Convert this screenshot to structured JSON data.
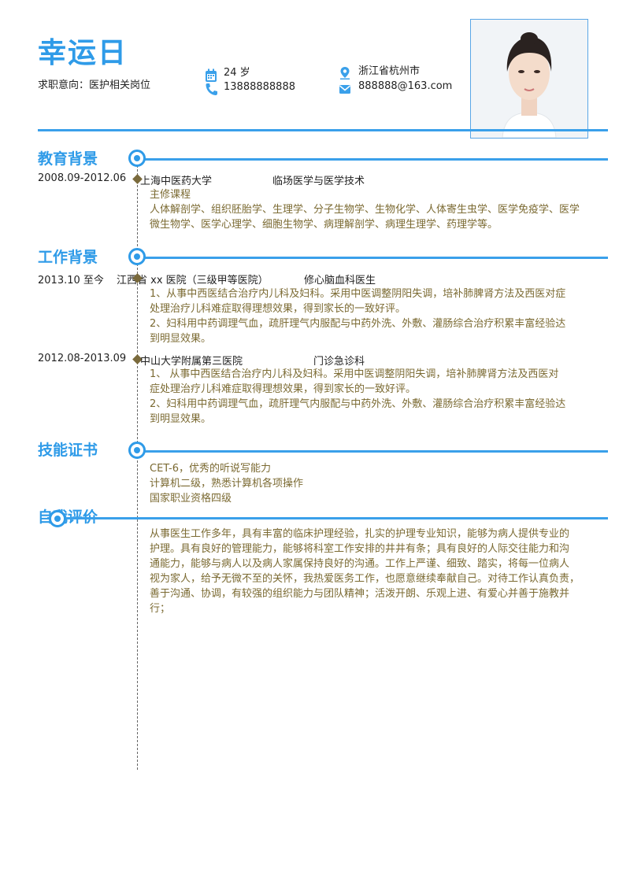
{
  "header": {
    "name": "幸运日",
    "intent": "求职意向：医护相关岗位",
    "age": "24 岁",
    "phone": "13888888888",
    "location": "浙江省杭州市",
    "email": "888888@163.com"
  },
  "colors": {
    "accent": "#2f9be8",
    "body_text": "#7b6a32",
    "diamond": "#7a6a3c"
  },
  "icons": {
    "age": "calendar-icon",
    "phone": "phone-icon",
    "location": "location-icon",
    "email": "email-icon"
  },
  "education": {
    "title": "教育背景",
    "date": "2008.09-2012.06",
    "school": "上海中医药大学",
    "major": "临场医学与医学技术",
    "courses_label": "主修课程",
    "courses_line1": "人体解剖学、组织胚胎学、生理学、分子生物学、生物化学、人体寄生虫学、医学免疫学、医学",
    "courses_line2": "微生物学、医学心理学、细胞生物学、病理解剖学、病理生理学、药理学等。"
  },
  "work": {
    "title": "工作背景",
    "jobs": [
      {
        "date": "2013.10 至今",
        "org": "江西省 xx 医院（三级甲等医院）",
        "role": "修心脑血科医生",
        "lines": [
          "1、从事中西医结合治疗内儿科及妇科。采用中医调整阴阳失调，培补肺脾肾方法及西医对症",
          "处理治疗儿科难症取得理想效果，得到家长的一致好评。",
          "2、妇科用中药调理气血，疏肝理气内服配与中药外洗、外敷、灌肠综合治疗积累丰富经验达",
          "到明显效果。"
        ]
      },
      {
        "date": "2012.08-2013.09",
        "org": "中山大学附属第三医院",
        "role": "门诊急诊科",
        "lines": [
          "1、 从事中西医结合治疗内儿科及妇科。采用中医调整阴阳失调，培补肺脾肾方法及西医对",
          "症处理治疗儿科难症取得理想效果，得到家长的一致好评。",
          "2、妇科用中药调理气血，疏肝理气内服配与中药外洗、外敷、灌肠综合治疗积累丰富经验达",
          "到明显效果。"
        ]
      }
    ]
  },
  "skills": {
    "title": "技能证书",
    "items": [
      "CET-6，优秀的听说写能力",
      "计算机二级，熟悉计算机各项操作",
      "国家职业资格四级"
    ]
  },
  "self": {
    "title": "自我评价",
    "lines": [
      "从事医生工作多年，具有丰富的临床护理经验，扎实的护理专业知识，能够为病人提供专业的",
      "护理。具有良好的管理能力，能够将科室工作安排的井井有条；具有良好的人际交往能力和沟",
      "通能力，能够与病人以及病人家属保持良好的沟通。工作上严谨、细致、踏实，将每一位病人",
      "视为家人，给予无微不至的关怀，我热爱医务工作，也愿意继续奉献自己。对待工作认真负责，",
      "善于沟通、协调，有较强的组织能力与团队精神；活泼开朗、乐观上进、有爱心并善于施教并",
      "行；"
    ]
  }
}
